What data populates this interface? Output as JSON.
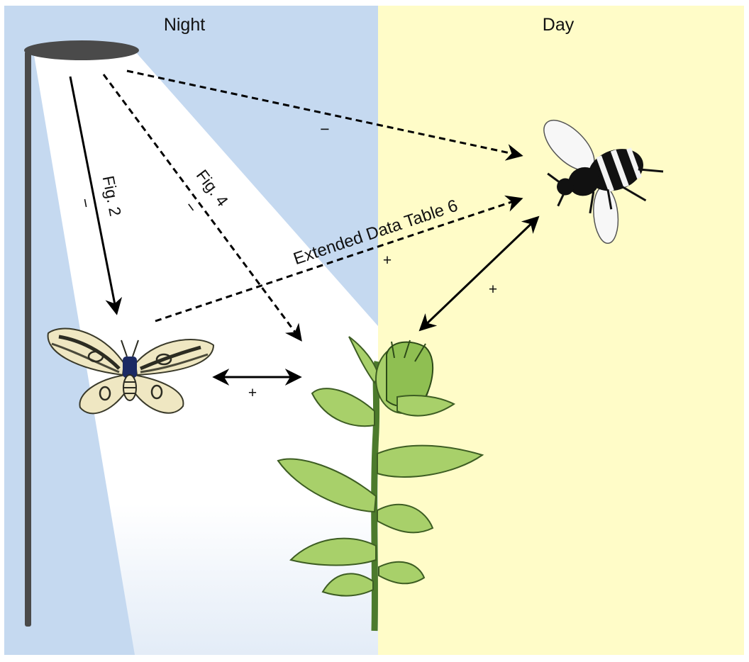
{
  "panels": {
    "night": {
      "label": "Night",
      "color": "#c5d9f0"
    },
    "day": {
      "label": "Day",
      "color": "#fffcc8"
    }
  },
  "lamp": {
    "color": "#4a4a4a",
    "light_color": "#ffffff"
  },
  "organisms": [
    {
      "name": "moth",
      "icon": "moth-icon"
    },
    {
      "name": "plant",
      "icon": "thistle-plant-icon"
    },
    {
      "name": "bumblebee",
      "icon": "bumblebee-icon"
    }
  ],
  "arrows": [
    {
      "id": "lamp-to-moth",
      "style": "solid",
      "label": "Fig. 2",
      "sign": "−"
    },
    {
      "id": "lamp-to-plant",
      "style": "dashed",
      "label": "Fig. 4",
      "sign": "−"
    },
    {
      "id": "lamp-to-bee",
      "style": "dashed",
      "label": "",
      "sign": "−"
    },
    {
      "id": "moth-to-bee",
      "style": "dashed",
      "label": "Extended Data Table 6",
      "sign": "+"
    },
    {
      "id": "moth-plant",
      "style": "solid-double",
      "label": "",
      "sign": "+"
    },
    {
      "id": "plant-bee",
      "style": "solid-double",
      "label": "",
      "sign": "+"
    }
  ]
}
